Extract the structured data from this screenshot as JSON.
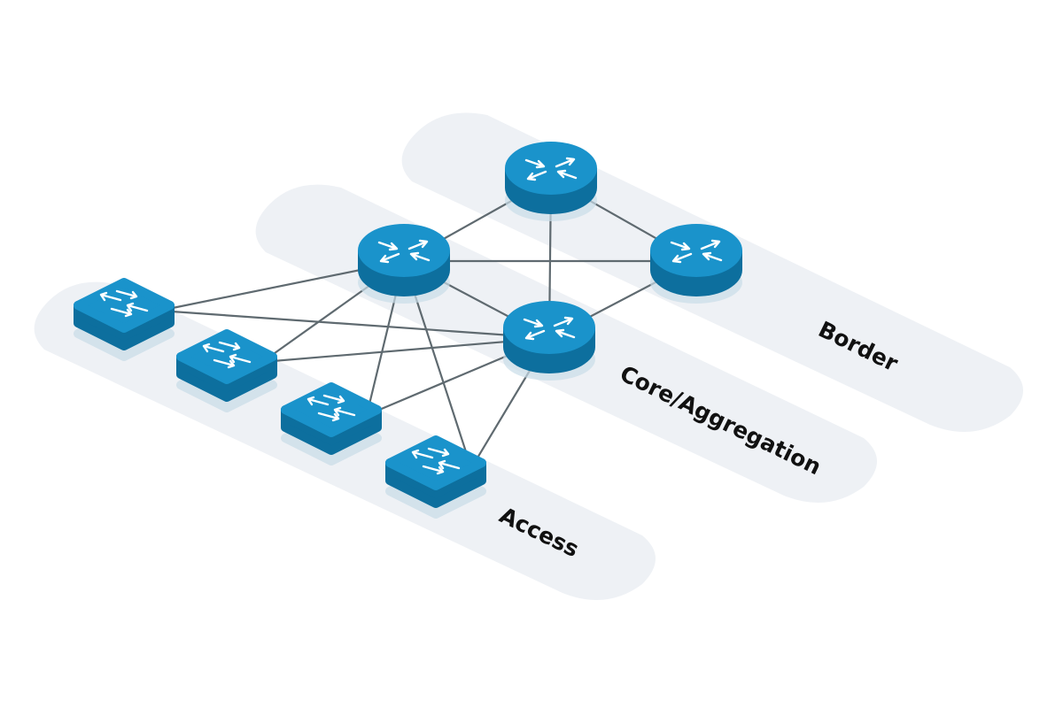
{
  "layers": {
    "access": "Access",
    "core": "Core/Aggregation",
    "border": "Border"
  },
  "colors": {
    "device_top": "#1a93cb",
    "device_side": "#0d6f9e",
    "device_shadow": "#c9dde8",
    "band": "#eef1f5",
    "link": "#5f6a70"
  },
  "nodes": [
    {
      "id": "border-router-top",
      "type": "router",
      "layer": "border"
    },
    {
      "id": "border-router-right",
      "type": "router",
      "layer": "border"
    },
    {
      "id": "core-router-left",
      "type": "router",
      "layer": "core"
    },
    {
      "id": "core-router-right",
      "type": "router",
      "layer": "core"
    },
    {
      "id": "access-switch-1",
      "type": "switch",
      "layer": "access"
    },
    {
      "id": "access-switch-2",
      "type": "switch",
      "layer": "access"
    },
    {
      "id": "access-switch-3",
      "type": "switch",
      "layer": "access"
    },
    {
      "id": "access-switch-4",
      "type": "switch",
      "layer": "access"
    }
  ],
  "links": [
    [
      "border-router-top",
      "border-router-right"
    ],
    [
      "border-router-top",
      "core-router-left"
    ],
    [
      "border-router-top",
      "core-router-right"
    ],
    [
      "border-router-right",
      "core-router-left"
    ],
    [
      "border-router-right",
      "core-router-right"
    ],
    [
      "core-router-left",
      "core-router-right"
    ],
    [
      "core-router-left",
      "access-switch-1"
    ],
    [
      "core-router-left",
      "access-switch-2"
    ],
    [
      "core-router-left",
      "access-switch-3"
    ],
    [
      "core-router-left",
      "access-switch-4"
    ],
    [
      "core-router-right",
      "access-switch-1"
    ],
    [
      "core-router-right",
      "access-switch-2"
    ],
    [
      "core-router-right",
      "access-switch-3"
    ],
    [
      "core-router-right",
      "access-switch-4"
    ]
  ]
}
